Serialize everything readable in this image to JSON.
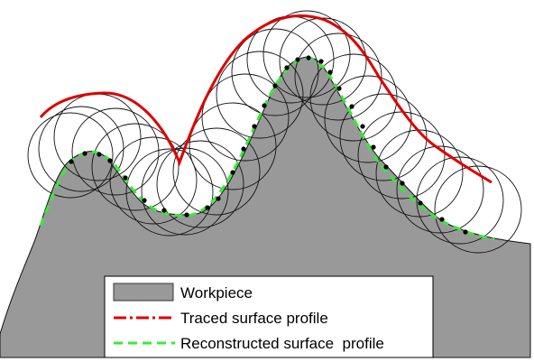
{
  "legend": {
    "items": [
      {
        "label": "Workpiece",
        "swatch": "fill",
        "color": "#999999"
      },
      {
        "label": "Traced surface profile",
        "swatch": "dash-dot",
        "color": "#e00000"
      },
      {
        "label": "Reconstructed surface  profile",
        "swatch": "dashed",
        "color": "#33ee33"
      }
    ]
  },
  "colors": {
    "workpiece": "#999999",
    "traced": "#dd0000",
    "reconstructed": "#33ee33",
    "probe_circle": "#000000",
    "contact_point": "#000000"
  }
}
